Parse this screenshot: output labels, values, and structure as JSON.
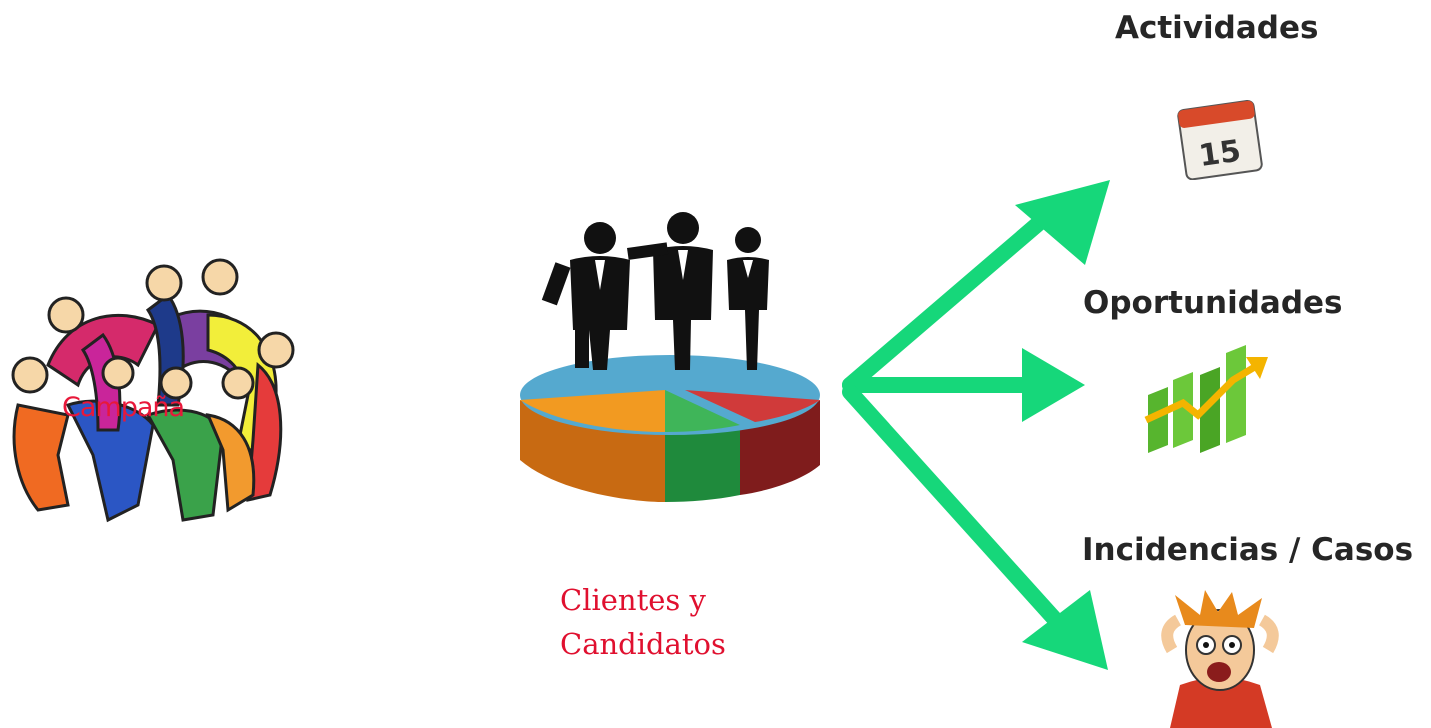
{
  "campaign": {
    "label": "Campaña",
    "icon": "people-circle-icon"
  },
  "clients": {
    "line1": "Clientes y",
    "line2": "Candidatos",
    "icon": "business-team-pie-icon"
  },
  "arrow_color": "#16d77a",
  "targets": [
    {
      "title": "Actividades",
      "icon": "calendar-icon",
      "calendar_day": "15"
    },
    {
      "title": "Oportunidades",
      "icon": "growth-chart-icon"
    },
    {
      "title": "Incidencias / Casos",
      "icon": "stressed-person-icon"
    }
  ]
}
